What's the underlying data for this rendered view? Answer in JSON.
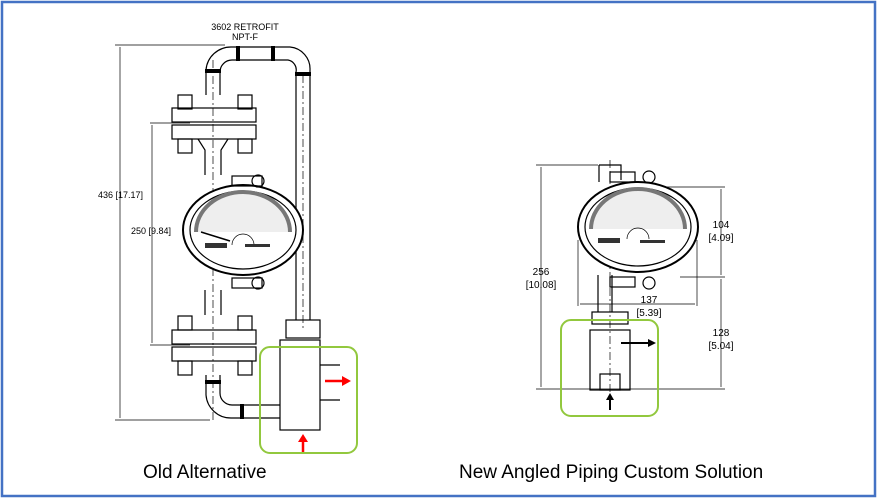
{
  "colors": {
    "frame": "#4472c4",
    "highlight": "#92c83e",
    "flow_arrow_old": "#ff0000",
    "flow_arrow_new": "#000000"
  },
  "old": {
    "note_line1": "3602 RETROFIT",
    "note_line2": "NPT-F",
    "dim_total": "436 [17.17]",
    "dim_flange": "250 [9.84]",
    "caption": "Old Alternative"
  },
  "new": {
    "dim_total_mm": "256",
    "dim_total_in": "[10.08]",
    "dim_upper_mm": "104",
    "dim_upper_in": "[4.09]",
    "dim_width_mm": "137",
    "dim_width_in": "[5.39]",
    "dim_lower_mm": "128",
    "dim_lower_in": "[5.04]",
    "caption": "New Angled Piping Custom Solution"
  }
}
